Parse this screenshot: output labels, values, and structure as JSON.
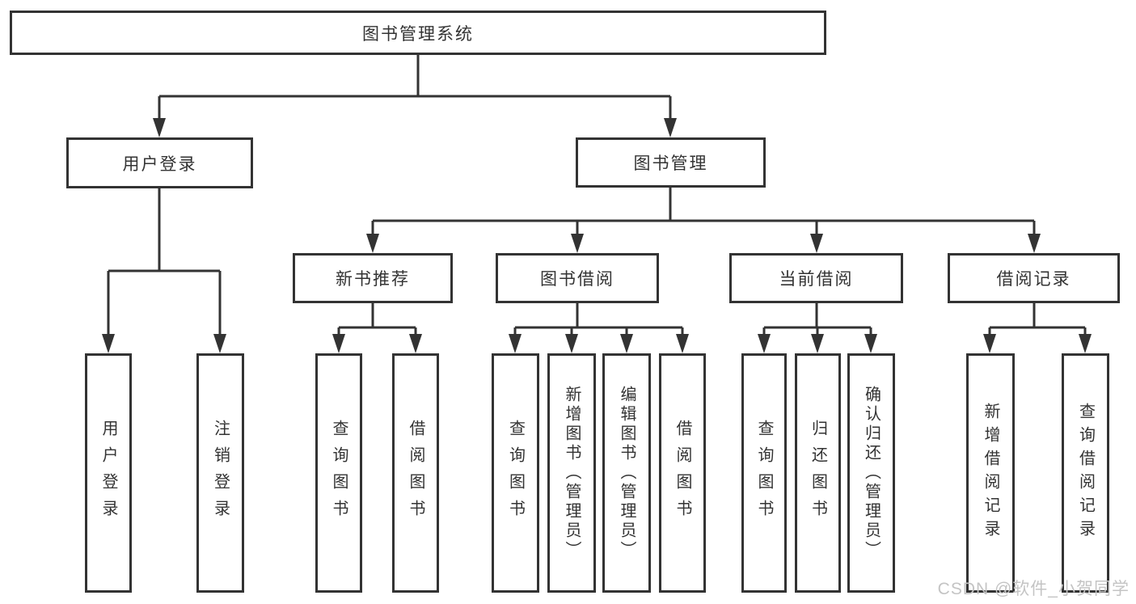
{
  "tree": {
    "label": "图书管理系统",
    "children": [
      {
        "label": "用户登录",
        "children": [
          {
            "label": "用户登录"
          },
          {
            "label": "注销登录"
          }
        ]
      },
      {
        "label": "图书管理",
        "children": [
          {
            "label": "新书推荐",
            "children": [
              {
                "label": "查询图书"
              },
              {
                "label": "借阅图书"
              }
            ]
          },
          {
            "label": "图书借阅",
            "children": [
              {
                "label": "查询图书"
              },
              {
                "label": "新增图书（管理员）"
              },
              {
                "label": "编辑图书（管理员）"
              },
              {
                "label": "借阅图书"
              }
            ]
          },
          {
            "label": "当前借阅",
            "children": [
              {
                "label": "查询图书"
              },
              {
                "label": "归还图书"
              },
              {
                "label": "确认归还（管理员）"
              }
            ]
          },
          {
            "label": "借阅记录",
            "children": [
              {
                "label": "新增借阅记录"
              },
              {
                "label": "查询借阅记录"
              }
            ]
          }
        ]
      }
    ]
  },
  "watermark": "CSDN @软件_小贺同学",
  "colors": {
    "line": "#333333",
    "text": "#333333",
    "box_background": "#ffffff",
    "page_background": "#ffffff",
    "watermark": "#c4c4c4"
  }
}
